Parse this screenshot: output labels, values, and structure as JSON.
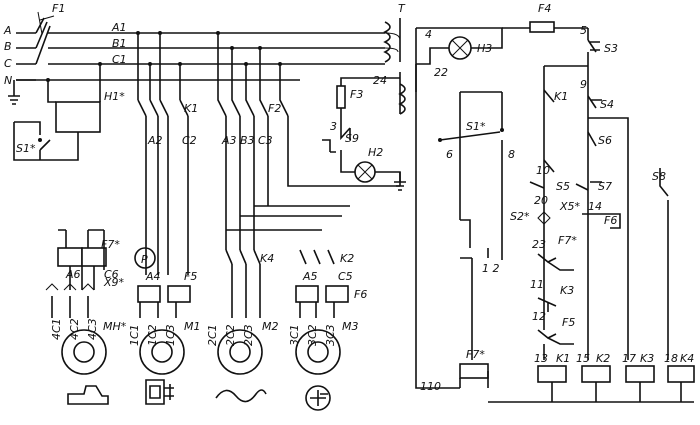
{
  "lines": {
    "A": "A",
    "B": "B",
    "C": "C",
    "N": "N",
    "A1": "A1",
    "B1": "B1",
    "C1": "C1"
  },
  "fuses": {
    "F1": "F1",
    "F2": "F2",
    "F3": "F3",
    "F4": "F4"
  },
  "transformer": {
    "T": "T",
    "t4": "4",
    "t22": "22",
    "t24": "24",
    "t3": "3"
  },
  "lamps": {
    "H1": "H1*",
    "H2": "H2",
    "H3": "H3"
  },
  "switches": {
    "S1": "S1*",
    "S1b": "S1*",
    "S2": "S2*",
    "S3": "S3",
    "S4": "S4",
    "S5": "S5",
    "S6": "S6",
    "S7": "S7",
    "S8": "S8",
    "S9": "S9"
  },
  "contactors": {
    "K1": "K1",
    "K2": "K2",
    "K3": "K3",
    "K4": "K4"
  },
  "power_labels": {
    "A2": "A2",
    "C2": "C2",
    "A3": "A3",
    "B3": "B3",
    "C3": "C3",
    "A4": "A4",
    "F5": "F5",
    "A5": "A5",
    "C5": "C5",
    "F6": "F6",
    "A6": "A6",
    "C6": "C6",
    "F7": "F7*",
    "F7b": "F7*",
    "X9": "X9*",
    "X5": "X5*",
    "MH": "MH*",
    "P": "P"
  },
  "motors": {
    "M1": "M1",
    "M2": "M2",
    "M3": "M3"
  },
  "motor_terminals": {
    "mh": [
      "4C1",
      "4C2",
      "4C3"
    ],
    "m1": [
      "1C1",
      "1C2",
      "1C3"
    ],
    "m2": [
      "2C1",
      "2C2",
      "2C3"
    ],
    "m3": [
      "3C1",
      "3C2",
      "3C3"
    ]
  },
  "control_nodes": {
    "n5": "5",
    "n9": "9",
    "n10": "10",
    "n20": "20",
    "n6": "6",
    "n8": "8",
    "n12": "1 2",
    "n23": "23",
    "n11": "11",
    "n12b": "12",
    "n13": "13",
    "n14": "14",
    "n15": "15",
    "n17": "17",
    "n18": "18",
    "n110": "110"
  },
  "coils": {
    "F7": "F7*",
    "K1": "K1",
    "K2": "K2",
    "K3": "K3",
    "K4": "K4"
  }
}
